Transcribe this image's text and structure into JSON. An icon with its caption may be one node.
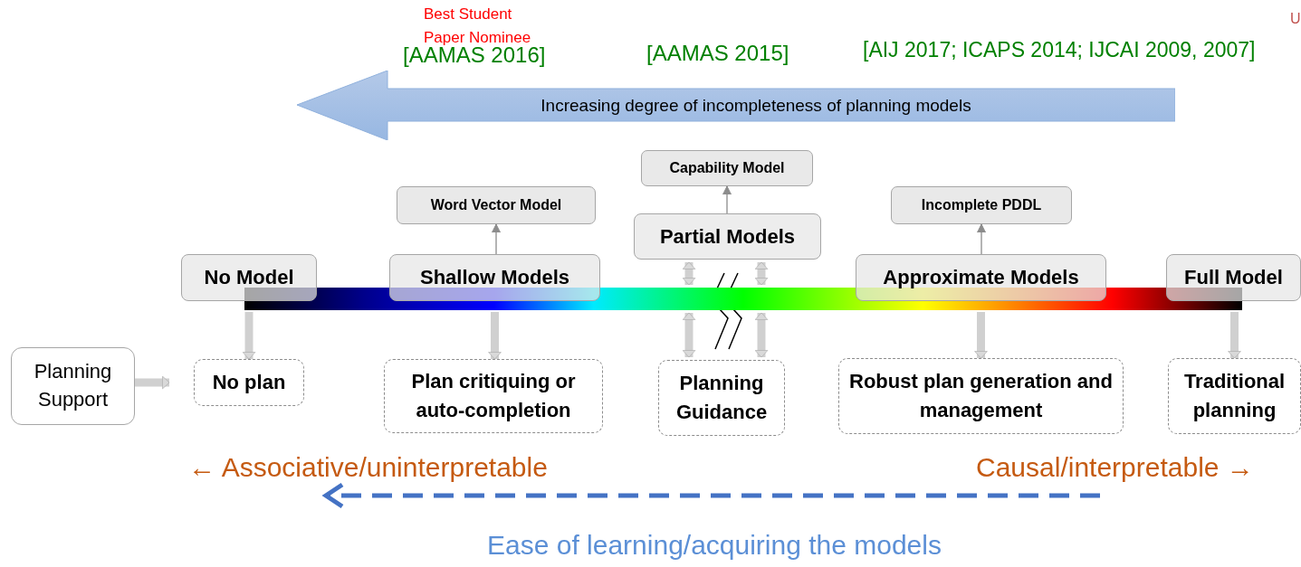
{
  "diagram": {
    "nodes": [
      {
        "text": [
          "No Model"
        ]
      },
      {
        "text": [
          "Word Vector Model"
        ]
      },
      {
        "text": [
          "Shallow Models"
        ]
      },
      {
        "text": [
          "Capability Model"
        ]
      },
      {
        "text": [
          "Partial Models"
        ]
      },
      {
        "text": [
          "Incomplete PDDL"
        ]
      },
      {
        "text": [
          "Approximate Models"
        ]
      },
      {
        "text": [
          "Full Model"
        ]
      },
      {
        "text": [
          "Planning Support"
        ]
      },
      {
        "text": [
          "No plan"
        ]
      },
      {
        "text": [
          "Plan critiquing or auto-completion"
        ]
      },
      {
        "text": [
          "Planning Guidance"
        ]
      },
      {
        "text": [
          "Robust plan generation and management"
        ]
      },
      {
        "text": [
          "Traditional planning"
        ]
      },
      {
        "text": [
          "Increasing degree of incompleteness of planning models"
        ]
      },
      {
        "text": [],
        "shape": "bar"
      }
    ],
    "edges": [
      {
        "from": 2,
        "to": 1,
        "arrow": "to",
        "color": "#8c8c8c"
      },
      {
        "from": 4,
        "to": 3,
        "arrow": "to",
        "color": "#8c8c8c"
      },
      {
        "from": 6,
        "to": 5,
        "arrow": "to",
        "color": "#8c8c8c"
      },
      {
        "from": 0,
        "to": 9,
        "arrow": "to"
      },
      {
        "from": 2,
        "to": 10,
        "arrow": "to"
      },
      {
        "from": 4,
        "to": 15,
        "arrow": "both"
      },
      {
        "from": 4,
        "to": 15,
        "arrow": "both"
      },
      {
        "from": 6,
        "to": 12,
        "arrow": "to"
      },
      {
        "from": 7,
        "to": 13,
        "arrow": "to"
      },
      {
        "from": 8,
        "to": 9,
        "arrow": "to"
      },
      {
        "from": 15,
        "to": 11,
        "arrow": "both"
      },
      {
        "from": 15,
        "to": 11,
        "arrow": "both"
      }
    ],
    "labels": [
      "Best Student Paper Nominee",
      "U",
      "[AAMAS 2016]",
      "[AAMAS 2015]",
      "[AIJ 2017; ICAPS 2014; IJCAI 2009, 2007]",
      "← Associative/uninterpretable",
      "Causal/interpretable →",
      "Ease of learning/acquiring the models"
    ]
  }
}
